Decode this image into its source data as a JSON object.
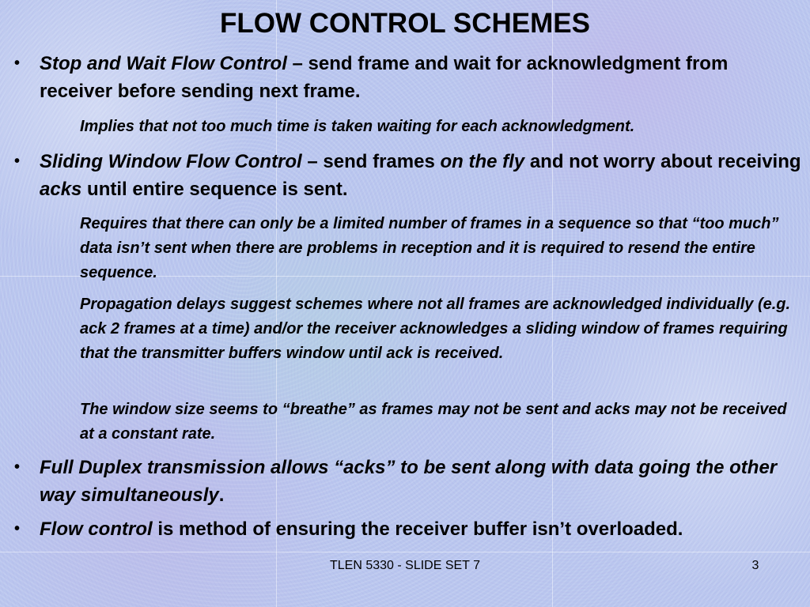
{
  "slide": {
    "title": "FLOW CONTROL SCHEMES",
    "bullet_char": "•",
    "bullets": [
      {
        "term": "Stop and Wait Flow Control",
        "rest": " – send frame and wait for acknowledgment from receiver before sending next frame."
      },
      {
        "term": "Sliding Window Flow Control",
        "part1": " – send frames ",
        "italic1": "on the fly",
        "part2": " and not worry about receiving ",
        "italic2": "acks",
        "part3": " until entire sequence is sent."
      },
      {
        "text": "Full Duplex transmission allows “acks” to be sent along with data going the other way simultaneously",
        "tail": "."
      },
      {
        "term": "Flow control",
        "rest": " is method of ensuring the receiver buffer isn’t overloaded."
      }
    ],
    "sub_points": [
      "Implies that not too much time is taken waiting for each acknowledgment.",
      "Requires that there can only be a limited number of frames in a sequence so that “too much” data isn’t sent when there are problems in reception and it is required to resend the entire sequence.",
      "Propagation delays suggest schemes where not all frames are acknowledged individually (e.g. ack 2 frames at a time) and/or the receiver acknowledges a sliding window of frames requiring that the transmitter buffers window until ack is received.",
      "The window size seems to “breathe” as frames may not be sent and acks may not be received at a constant rate."
    ]
  },
  "footer": {
    "course": "TLEN 5330 - SLIDE SET 7",
    "page_number": "3"
  }
}
